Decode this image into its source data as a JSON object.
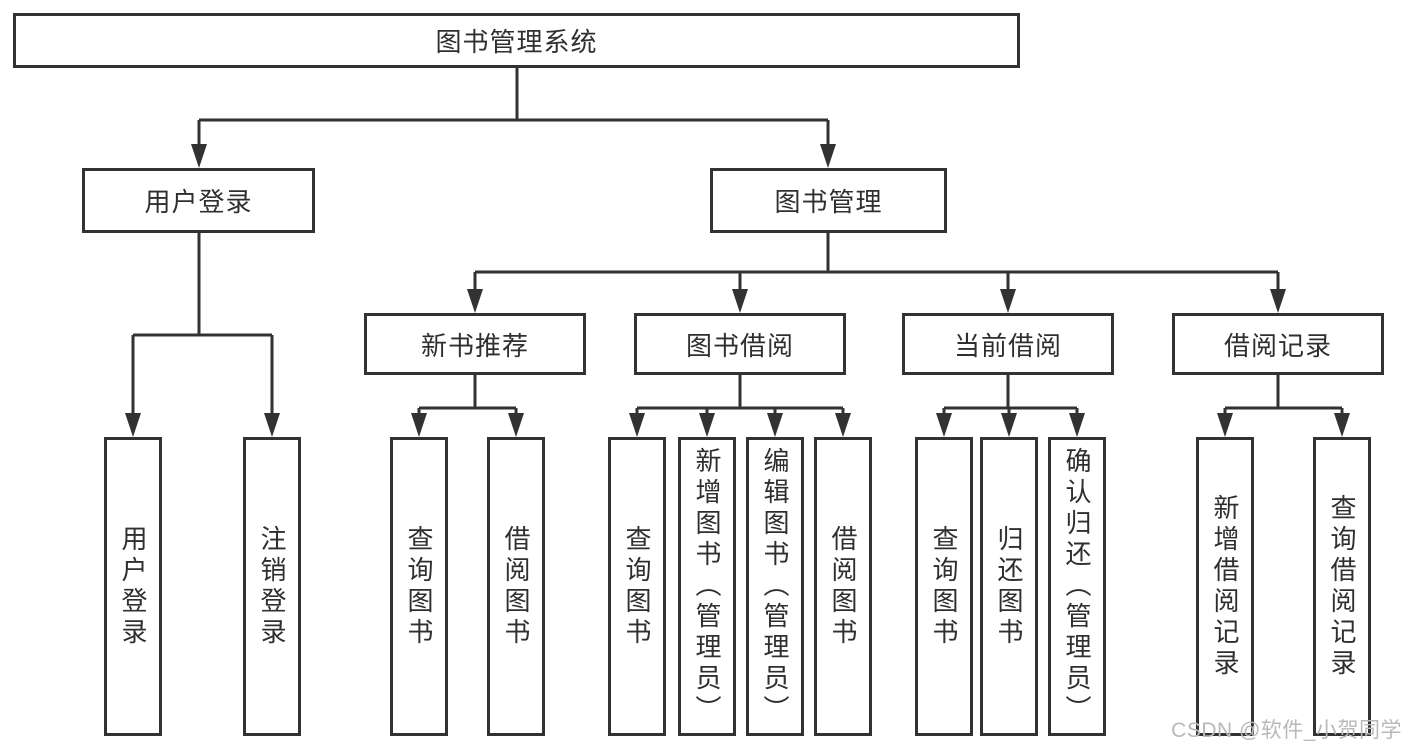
{
  "tree": {
    "root": {
      "label": "图书管理系统"
    },
    "children": [
      {
        "label": "用户登录",
        "children": [
          {
            "label": "用户登录"
          },
          {
            "label": "注销登录"
          }
        ]
      },
      {
        "label": "图书管理",
        "children": [
          {
            "label": "新书推荐",
            "children": [
              {
                "label": "查询图书"
              },
              {
                "label": "借阅图书"
              }
            ]
          },
          {
            "label": "图书借阅",
            "children": [
              {
                "label": "查询图书"
              },
              {
                "label": "新增图书（管理员）"
              },
              {
                "label": "编辑图书（管理员）"
              },
              {
                "label": "借阅图书"
              }
            ]
          },
          {
            "label": "当前借阅",
            "children": [
              {
                "label": "查询图书"
              },
              {
                "label": "归还图书"
              },
              {
                "label": "确认归还（管理员）"
              }
            ]
          },
          {
            "label": "借阅记录",
            "children": [
              {
                "label": "新增借阅记录"
              },
              {
                "label": "查询借阅记录"
              }
            ]
          }
        ]
      }
    ]
  },
  "watermark": {
    "text": "CSDN @软件_小贺同学"
  },
  "colors": {
    "line": "#323232",
    "box_border": "#323232",
    "box_fill": "#ffffff",
    "text": "#2f2f2f",
    "watermark": "#b9b9b9",
    "background": "#ffffff"
  }
}
